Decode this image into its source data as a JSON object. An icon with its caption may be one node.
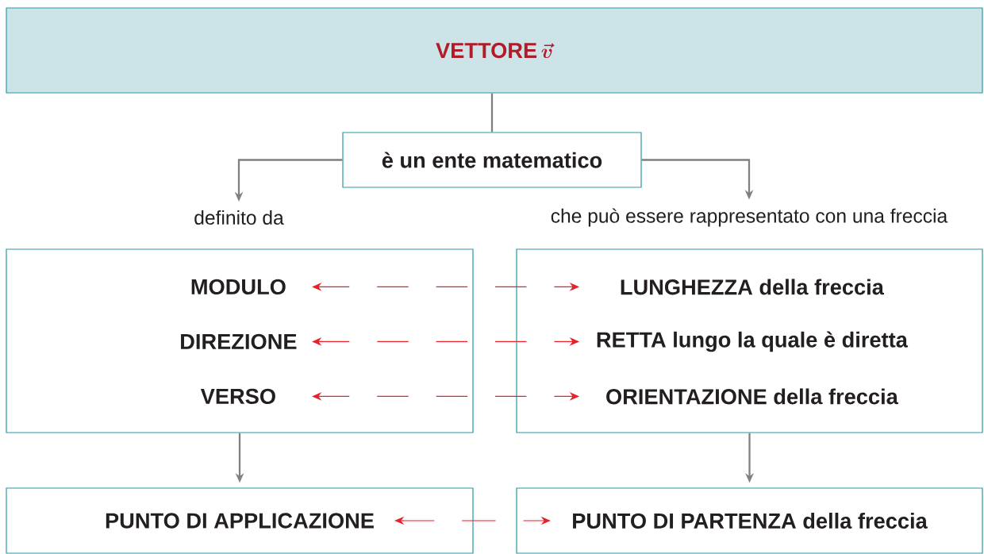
{
  "diagram": {
    "nodes": [
      {
        "text": [
          "VETTORE",
          "\\vec{v}"
        ]
      },
      {
        "text": [
          "è un ente matematico"
        ]
      },
      {
        "text": [
          "definito da"
        ]
      },
      {
        "text": [
          "che può essere rappresentato con una freccia"
        ]
      },
      {
        "text": [],
        "shape": "box"
      },
      {
        "text": [
          "MODULO"
        ],
        "in": 4
      },
      {
        "text": [
          "DIREZIONE"
        ],
        "in": 4
      },
      {
        "text": [
          "VERSO"
        ],
        "in": 4
      },
      {
        "text": [],
        "shape": "box"
      },
      {
        "text": [
          "LUNGHEZZA della freccia"
        ],
        "in": 8
      },
      {
        "text": [
          "RETTA lungo la quale è diretta"
        ],
        "in": 8
      },
      {
        "text": [
          "ORIENTAZIONE della freccia"
        ],
        "in": 8
      },
      {
        "text": [
          "PUNTO DI APPLICAZIONE"
        ]
      },
      {
        "text": [
          "PUNTO DI PARTENZA della freccia"
        ]
      }
    ],
    "edges": [
      {
        "from": 0,
        "to": 1,
        "arrow": "none"
      },
      {
        "from": 1,
        "to": 2,
        "arrow": "to"
      },
      {
        "from": 1,
        "to": 3,
        "arrow": "to"
      },
      {
        "from": 5,
        "to": 9,
        "arrow": "both",
        "style": "dashed",
        "color": "#e8202a"
      },
      {
        "from": 6,
        "to": 10,
        "arrow": "both",
        "style": "dashed",
        "color": "#e8202a"
      },
      {
        "from": 7,
        "to": 11,
        "arrow": "both",
        "style": "dashed",
        "color": "#e8202a"
      },
      {
        "from": 4,
        "to": 12,
        "arrow": "to"
      },
      {
        "from": 8,
        "to": 13,
        "arrow": "to"
      },
      {
        "from": 12,
        "to": 13,
        "arrow": "both",
        "style": "dashed",
        "color": "#e8202a"
      }
    ]
  }
}
